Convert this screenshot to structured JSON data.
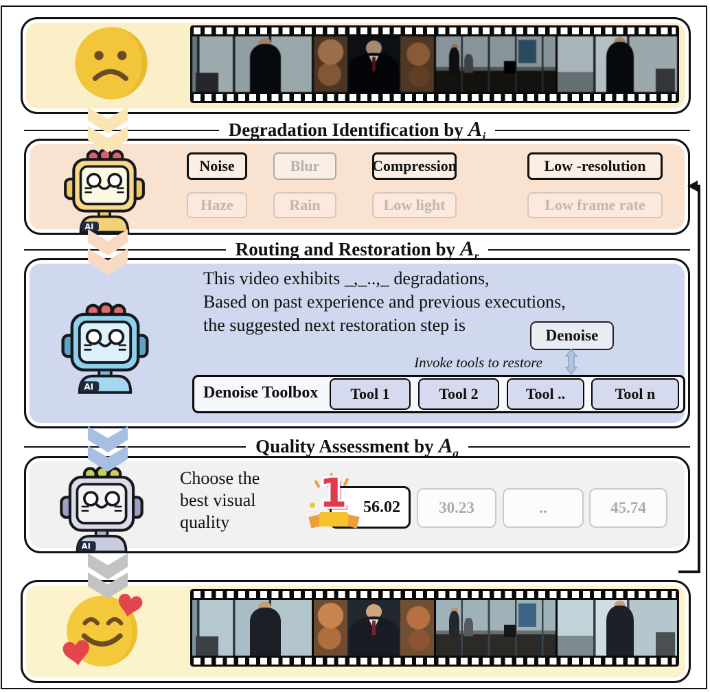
{
  "input_panel": {
    "mood_icon": "sad-face"
  },
  "identification": {
    "title": {
      "text": "Degradation Identification by",
      "agent": "A",
      "agent_sub": "i"
    },
    "buttons": [
      {
        "label": "Noise",
        "active": true
      },
      {
        "label": "Blur",
        "active": false
      },
      {
        "label": "Compression",
        "active": true
      },
      {
        "label": "Low -resolution",
        "active": true
      },
      {
        "label": "Haze",
        "active": false
      },
      {
        "label": "Rain",
        "active": false
      },
      {
        "label": "Low light",
        "active": false
      },
      {
        "label": "Low frame rate",
        "active": false
      }
    ]
  },
  "routing": {
    "title": {
      "text": "Routing and Restoration by",
      "agent": "A",
      "agent_sub": "r"
    },
    "lines": [
      "This video exhibits _,_..,_ degradations,",
      "Based on past experience and previous executions,",
      "the suggested next restoration step is"
    ],
    "suggested_step": "Denoise",
    "invoke_note": "Invoke tools to restore",
    "toolbox": {
      "label": "Denoise Toolbox",
      "tools": [
        "Tool 1",
        "Tool 2",
        "Tool ..",
        "Tool n"
      ]
    }
  },
  "assessment": {
    "title": {
      "text": "Quality Assessment by",
      "agent": "A",
      "agent_sub": "a"
    },
    "prompt_lines": [
      "Choose the",
      "best visual",
      "quality"
    ],
    "rank_badge": "1",
    "scores": [
      {
        "value": "56.02",
        "selected": true
      },
      {
        "value": "30.23",
        "selected": false
      },
      {
        "value": "..",
        "selected": false
      },
      {
        "value": "45.74",
        "selected": false
      }
    ]
  },
  "output_panel": {
    "mood_icon": "smiling-face-with-hearts"
  },
  "robot_badge": "AI",
  "colors": {
    "panel_cream": "#FBEFC8",
    "panel_peach": "#FAE2D0",
    "panel_blue": "#CFD8EE",
    "panel_gray": "#F1F1F2",
    "chevron_cream": "#FAE6B4",
    "chevron_peach": "#F8D9C1",
    "chevron_blue": "#A6BFE2",
    "chevron_gray": "#C3C3C3",
    "active_border": "#111111",
    "inactive_text": "#B3B3B3",
    "score_dim_text": "#ABABAB",
    "rank_red": "#E23B4E",
    "ribbon_yellow": "#F7C22B"
  }
}
